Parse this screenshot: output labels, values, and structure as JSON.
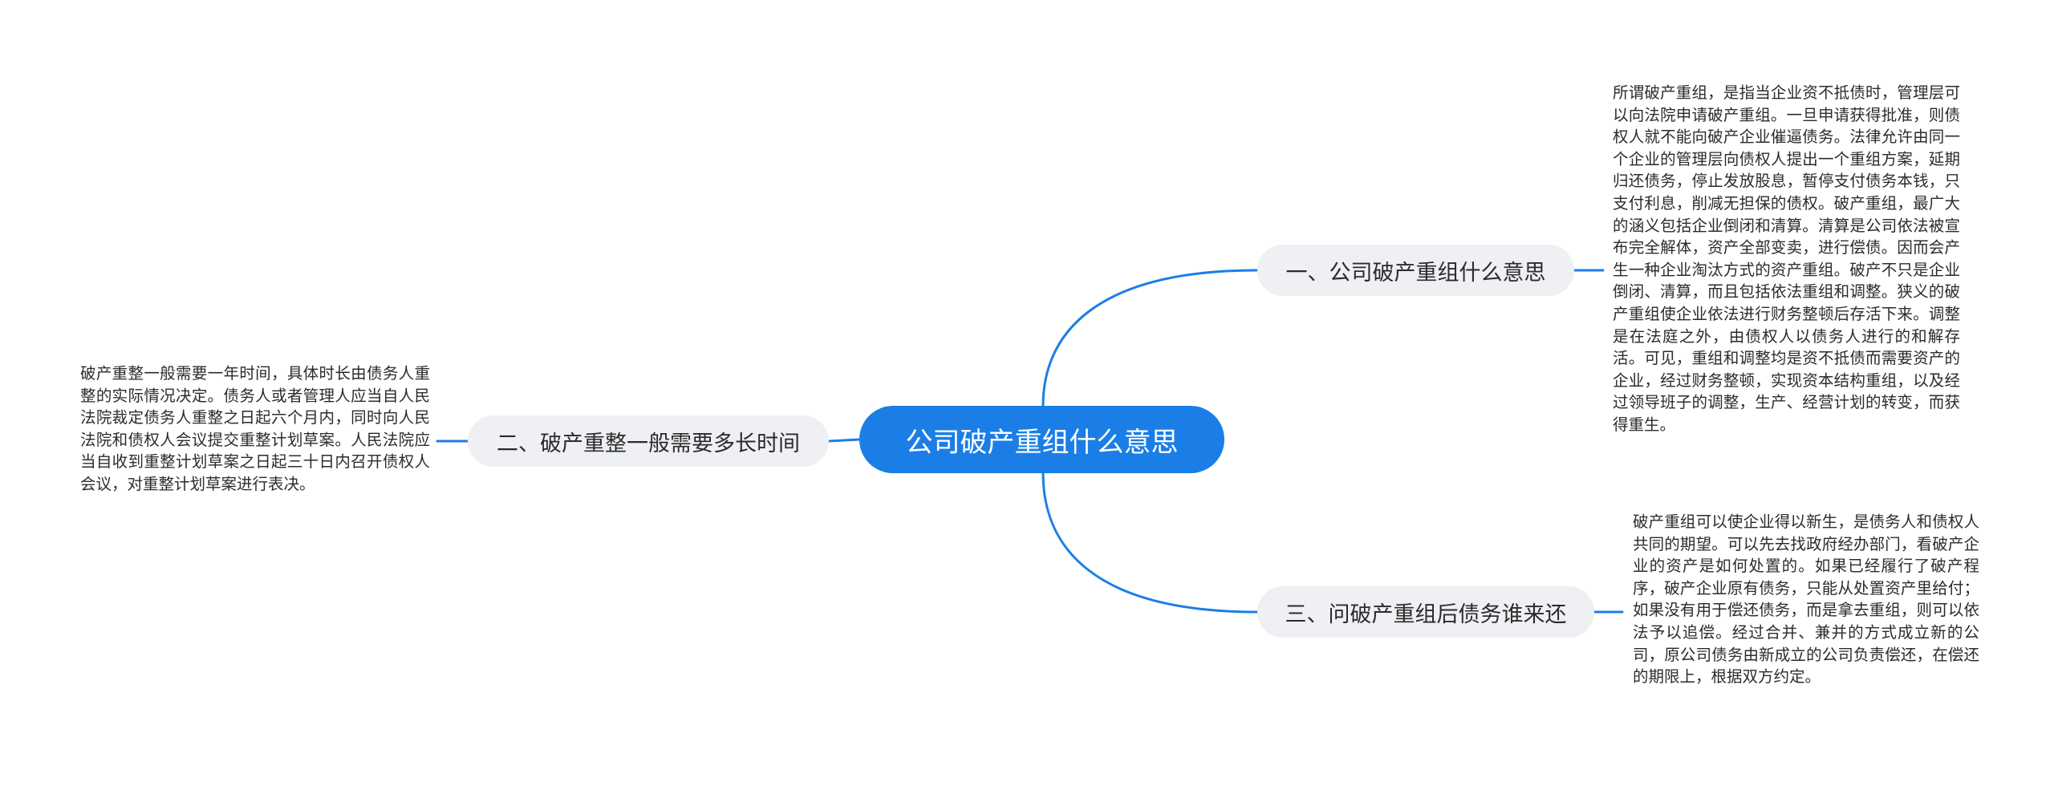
{
  "colors": {
    "accent": "#1a7ee6",
    "root_fill": "#1a7ee6",
    "branch_fill": "#eef0f3",
    "text": "#2b2b2b",
    "background": "#ffffff"
  },
  "mindmap": {
    "root": {
      "label": "公司破产重组什么意思"
    },
    "branches": [
      {
        "label": "一、公司破产重组什么意思",
        "detail": "所谓破产重组，是指当企业资不抵债时，管理层可以向法院申请破产重组。一旦申请获得批准，则债权人就不能向破产企业催逼债务。法律允许由同一个企业的管理层向债权人提出一个重组方案，延期归还债务，停止发放股息，暂停支付债务本钱，只支付利息，削减无担保的债权。破产重组，最广大的涵义包括企业倒闭和清算。清算是公司依法被宣布完全解体，资产全部变卖，进行偿债。因而会产生一种企业淘汰方式的资产重组。破产不只是企业倒闭、清算，而且包括依法重组和调整。狭义的破产重组使企业依法进行财务整顿后存活下来。调整是在法庭之外，由债权人以债务人进行的和解存活。可见，重组和调整均是资不抵债而需要资产的企业，经过财务整顿，实现资本结构重组，以及经过领导班子的调整，生产、经营计划的转变，而获得重生。"
      },
      {
        "label": "二、破产重整一般需要多长时间",
        "detail": "破产重整一般需要一年时间，具体时长由债务人重整的实际情况决定。债务人或者管理人应当自人民法院裁定债务人重整之日起六个月内，同时向人民法院和债权人会议提交重整计划草案。人民法院应当自收到重整计划草案之日起三十日内召开债权人会议，对重整计划草案进行表决。"
      },
      {
        "label": "三、问破产重组后债务谁来还",
        "detail": "破产重组可以使企业得以新生，是债务人和债权人共同的期望。可以先去找政府经办部门，看破产企业的资产是如何处置的。如果已经履行了破产程序，破产企业原有债务，只能从处置资产里给付；如果没有用于偿还债务，而是拿去重组，则可以依法予以追偿。经过合并、兼并的方式成立新的公司，原公司债务由新成立的公司负责偿还，在偿还的期限上，根据双方约定。"
      }
    ]
  }
}
